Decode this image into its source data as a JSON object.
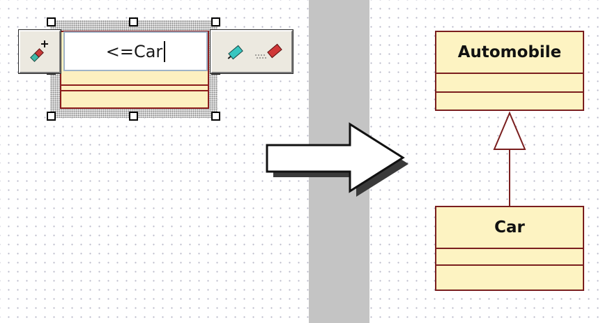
{
  "left_editor": {
    "class_name_input_value": "<=Car",
    "add_icon": "add-class-icon",
    "association_icons": [
      "connector-cyan-icon",
      "connector-red-icon"
    ]
  },
  "transition": {
    "arrow_icon": "right-arrow-icon"
  },
  "uml_diagram": {
    "classes": [
      {
        "name": "Automobile"
      },
      {
        "name": "Car"
      }
    ],
    "relationship": {
      "type": "generalization",
      "from": "Car",
      "to": "Automobile"
    }
  },
  "colors": {
    "class_fill": "#fdf3c2",
    "class_border": "#7a1e1e",
    "divider": "#c4c4c4",
    "grid_dot": "#b8b8c8"
  }
}
